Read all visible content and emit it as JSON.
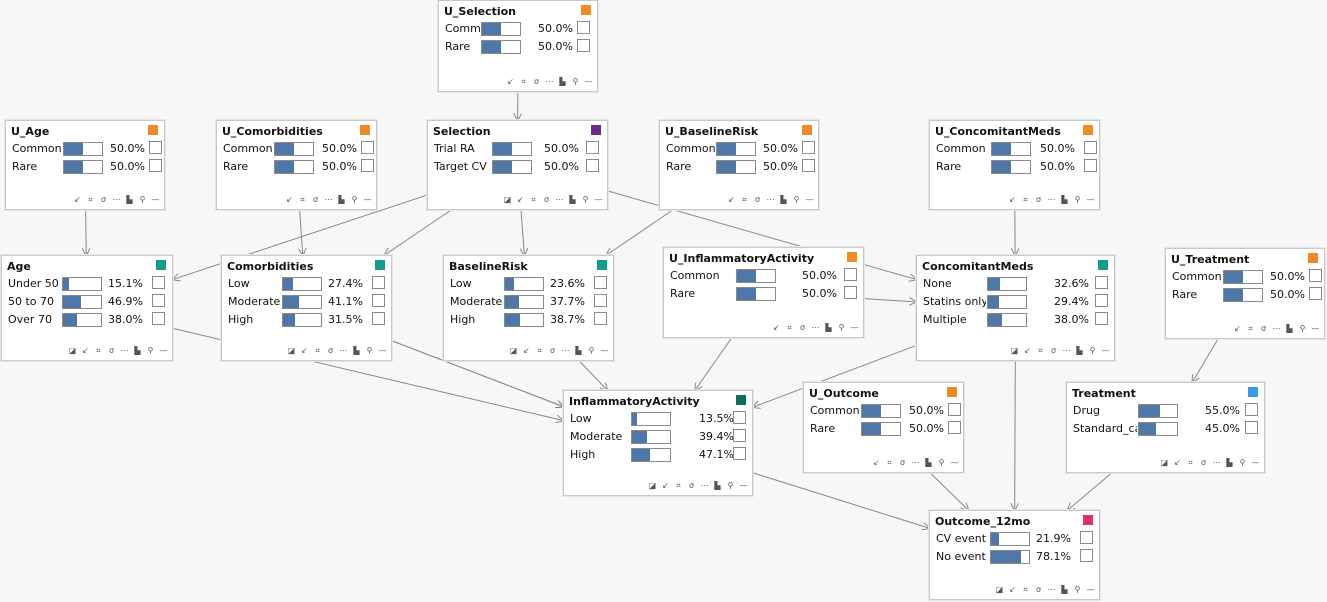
{
  "colors": {
    "exogenous": "#f08a24",
    "selection": "#6a2a8c",
    "teal": "#119c8c",
    "dark_teal": "#0e6e5c",
    "treatment": "#3a9bea",
    "outcome": "#e0306a",
    "bar_fill": "#4f77a8",
    "edge": "#888888"
  },
  "toolbar_icons": [
    "evidence-icon",
    "arrow-icon",
    "grid-icon",
    "sigma-icon",
    "more-icon",
    "histogram-icon",
    "zoom-icon",
    "minimize-icon"
  ],
  "nodes": [
    {
      "id": "U_Selection",
      "title": "U_Selection",
      "color": "exogenous",
      "evidence_icon": false,
      "states": [
        {
          "label": "Common",
          "value": "50.0%",
          "p": 0.5
        },
        {
          "label": "Rare",
          "value": "50.0%",
          "p": 0.5
        }
      ]
    },
    {
      "id": "U_Age",
      "title": "U_Age",
      "color": "exogenous",
      "evidence_icon": false,
      "states": [
        {
          "label": "Common",
          "value": "50.0%",
          "p": 0.5
        },
        {
          "label": "Rare",
          "value": "50.0%",
          "p": 0.5
        }
      ]
    },
    {
      "id": "U_Comorbidities",
      "title": "U_Comorbidities",
      "color": "exogenous",
      "evidence_icon": false,
      "states": [
        {
          "label": "Common",
          "value": "50.0%",
          "p": 0.5
        },
        {
          "label": "Rare",
          "value": "50.0%",
          "p": 0.5
        }
      ]
    },
    {
      "id": "Selection",
      "title": "Selection",
      "color": "selection",
      "evidence_icon": true,
      "states": [
        {
          "label": "Trial RA",
          "value": "50.0%",
          "p": 0.5
        },
        {
          "label": "Target CV",
          "value": "50.0%",
          "p": 0.5
        }
      ]
    },
    {
      "id": "U_BaselineRisk",
      "title": "U_BaselineRisk",
      "color": "exogenous",
      "evidence_icon": false,
      "states": [
        {
          "label": "Common",
          "value": "50.0%",
          "p": 0.5
        },
        {
          "label": "Rare",
          "value": "50.0%",
          "p": 0.5
        }
      ]
    },
    {
      "id": "U_ConcomitantMeds",
      "title": "U_ConcomitantMeds",
      "color": "exogenous",
      "evidence_icon": false,
      "states": [
        {
          "label": "Common",
          "value": "50.0%",
          "p": 0.5
        },
        {
          "label": "Rare",
          "value": "50.0%",
          "p": 0.5
        }
      ]
    },
    {
      "id": "Age",
      "title": "Age",
      "color": "teal",
      "evidence_icon": true,
      "states": [
        {
          "label": "Under 50",
          "value": "15.1%",
          "p": 0.151
        },
        {
          "label": "50 to 70",
          "value": "46.9%",
          "p": 0.469
        },
        {
          "label": "Over 70",
          "value": "38.0%",
          "p": 0.38
        }
      ]
    },
    {
      "id": "Comorbidities",
      "title": "Comorbidities",
      "color": "teal",
      "evidence_icon": true,
      "states": [
        {
          "label": "Low",
          "value": "27.4%",
          "p": 0.274
        },
        {
          "label": "Moderate",
          "value": "41.1%",
          "p": 0.411
        },
        {
          "label": "High",
          "value": "31.5%",
          "p": 0.315
        }
      ]
    },
    {
      "id": "BaselineRisk",
      "title": "BaselineRisk",
      "color": "teal",
      "evidence_icon": true,
      "states": [
        {
          "label": "Low",
          "value": "23.6%",
          "p": 0.236
        },
        {
          "label": "Moderate",
          "value": "37.7%",
          "p": 0.377
        },
        {
          "label": "High",
          "value": "38.7%",
          "p": 0.387
        }
      ]
    },
    {
      "id": "U_InflammatoryActivity",
      "title": "U_InflammatoryActivity",
      "color": "exogenous",
      "evidence_icon": false,
      "states": [
        {
          "label": "Common",
          "value": "50.0%",
          "p": 0.5
        },
        {
          "label": "Rare",
          "value": "50.0%",
          "p": 0.5
        }
      ]
    },
    {
      "id": "ConcomitantMeds",
      "title": "ConcomitantMeds",
      "color": "teal",
      "evidence_icon": true,
      "states": [
        {
          "label": "None",
          "value": "32.6%",
          "p": 0.326
        },
        {
          "label": "Statins only",
          "value": "29.4%",
          "p": 0.294
        },
        {
          "label": "Multiple",
          "value": "38.0%",
          "p": 0.38
        }
      ]
    },
    {
      "id": "U_Treatment",
      "title": "U_Treatment",
      "color": "exogenous",
      "evidence_icon": false,
      "states": [
        {
          "label": "Common",
          "value": "50.0%",
          "p": 0.5
        },
        {
          "label": "Rare",
          "value": "50.0%",
          "p": 0.5
        }
      ]
    },
    {
      "id": "InflammatoryActivity",
      "title": "InflammatoryActivity",
      "color": "dark_teal",
      "evidence_icon": true,
      "states": [
        {
          "label": "Low",
          "value": "13.5%",
          "p": 0.135
        },
        {
          "label": "Moderate",
          "value": "39.4%",
          "p": 0.394
        },
        {
          "label": "High",
          "value": "47.1%",
          "p": 0.471
        }
      ]
    },
    {
      "id": "U_Outcome",
      "title": "U_Outcome",
      "color": "exogenous",
      "evidence_icon": false,
      "states": [
        {
          "label": "Common",
          "value": "50.0%",
          "p": 0.5
        },
        {
          "label": "Rare",
          "value": "50.0%",
          "p": 0.5
        }
      ]
    },
    {
      "id": "Treatment",
      "title": "Treatment",
      "color": "treatment",
      "evidence_icon": true,
      "states": [
        {
          "label": "Drug",
          "value": "55.0%",
          "p": 0.55
        },
        {
          "label": "Standard_ca",
          "value": "45.0%",
          "p": 0.45
        }
      ]
    },
    {
      "id": "Outcome_12mo",
      "title": "Outcome_12mo",
      "color": "outcome",
      "evidence_icon": true,
      "states": [
        {
          "label": "CV event",
          "value": "21.9%",
          "p": 0.219
        },
        {
          "label": "No event",
          "value": "78.1%",
          "p": 0.781
        }
      ]
    }
  ],
  "edges": [
    [
      "U_Selection",
      "Selection"
    ],
    [
      "U_Age",
      "Age"
    ],
    [
      "U_Comorbidities",
      "Comorbidities"
    ],
    [
      "Selection",
      "Age"
    ],
    [
      "Selection",
      "Comorbidities"
    ],
    [
      "Selection",
      "BaselineRisk"
    ],
    [
      "Selection",
      "ConcomitantMeds"
    ],
    [
      "U_BaselineRisk",
      "BaselineRisk"
    ],
    [
      "U_ConcomitantMeds",
      "ConcomitantMeds"
    ],
    [
      "U_InflammatoryActivity",
      "ConcomitantMeds"
    ],
    [
      "U_InflammatoryActivity",
      "InflammatoryActivity"
    ],
    [
      "Age",
      "InflammatoryActivity"
    ],
    [
      "Comorbidities",
      "InflammatoryActivity"
    ],
    [
      "Comorbidities",
      "InflammatoryActivity"
    ],
    [
      "BaselineRisk",
      "InflammatoryActivity"
    ],
    [
      "ConcomitantMeds",
      "InflammatoryActivity"
    ],
    [
      "ConcomitantMeds",
      "Outcome_12mo"
    ],
    [
      "U_Treatment",
      "Treatment"
    ],
    [
      "Treatment",
      "Outcome_12mo"
    ],
    [
      "U_Outcome",
      "Outcome_12mo"
    ],
    [
      "InflammatoryActivity",
      "Outcome_12mo"
    ]
  ]
}
